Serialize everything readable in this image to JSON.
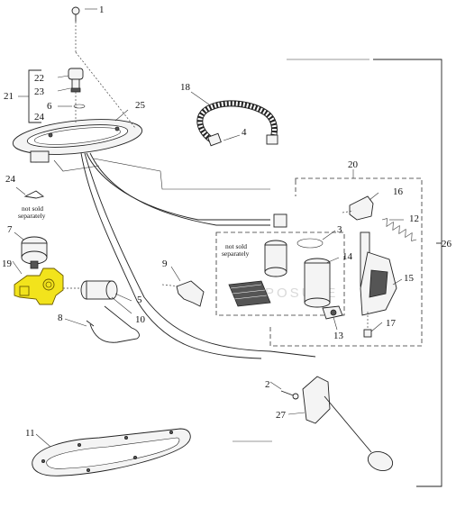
{
  "labels": {
    "l1": "1",
    "l2": "2",
    "l3": "3",
    "l4": "4",
    "l5": "5",
    "l6": "6",
    "l7": "7",
    "l8": "8",
    "l9": "9",
    "l10": "10",
    "l11": "11",
    "l12": "12",
    "l13": "13",
    "l14": "14",
    "l15": "15",
    "l16": "16",
    "l17": "17",
    "l18": "18",
    "l19": "19",
    "l20": "20",
    "l21": "21",
    "l22": "22",
    "l23": "23",
    "l24a": "24",
    "l24b": "24",
    "l25": "25",
    "l26": "26",
    "l27": "27"
  },
  "notes": {
    "not_sold_left_1": "not sold",
    "not_sold_left_2": "separately",
    "not_sold_mid_1": "not sold",
    "not_sold_mid_2": "separately"
  },
  "watermark": "EXPOSURE",
  "highlight": {
    "part": "19",
    "color": "#f2e31c"
  }
}
